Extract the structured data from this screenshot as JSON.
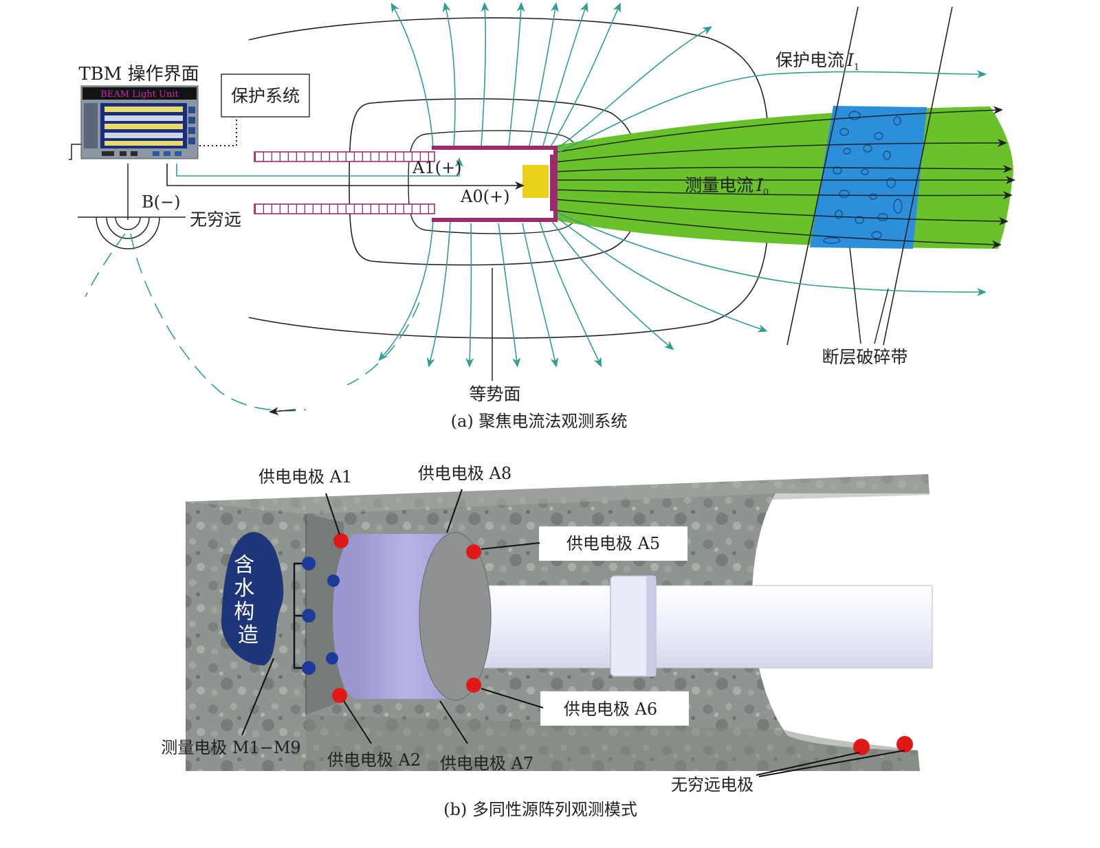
{
  "panel_a": {
    "caption": "(a) 聚焦电流法观测系统",
    "tbm_title": "TBM 操作界面",
    "screen_title": "BEAM Light Unit",
    "protect_system": "保护系统",
    "a1_label": "A1(+)",
    "a0_label": "A0(+)",
    "b_label": "B(−)",
    "infinity_label": "无穷远",
    "protect_current": "保护电流",
    "protect_current_symbol": "I",
    "protect_current_sub": "1",
    "measure_current": "测量电流",
    "measure_current_symbol": "I",
    "measure_current_sub": "0",
    "fault_zone": "断层破碎带",
    "equipotential": "等势面"
  },
  "panel_b": {
    "caption": "(b) 多同性源阵列观测模式",
    "water_text": "含水构造",
    "labels": {
      "a1": "供电电极 A1",
      "a8": "供电电极 A8",
      "a5": "供电电极 A5",
      "a6": "供电电极 A6",
      "a2": "供电电极 A2",
      "a7": "供电电极 A7",
      "m": "测量电极 M1−M9",
      "infinity": "无穷远电极"
    }
  },
  "colors": {
    "field_line": "#2f9e95",
    "electrode": "#9c2b6e",
    "green_beam": "#6ac22a",
    "blue_zone": "#2b8fdc",
    "yellow": "#e8d21a",
    "cylinder": "#a9a3dc",
    "red_dot": "#e01818",
    "blue_dot": "#1e3a9a",
    "water_body": "#1e3579"
  }
}
